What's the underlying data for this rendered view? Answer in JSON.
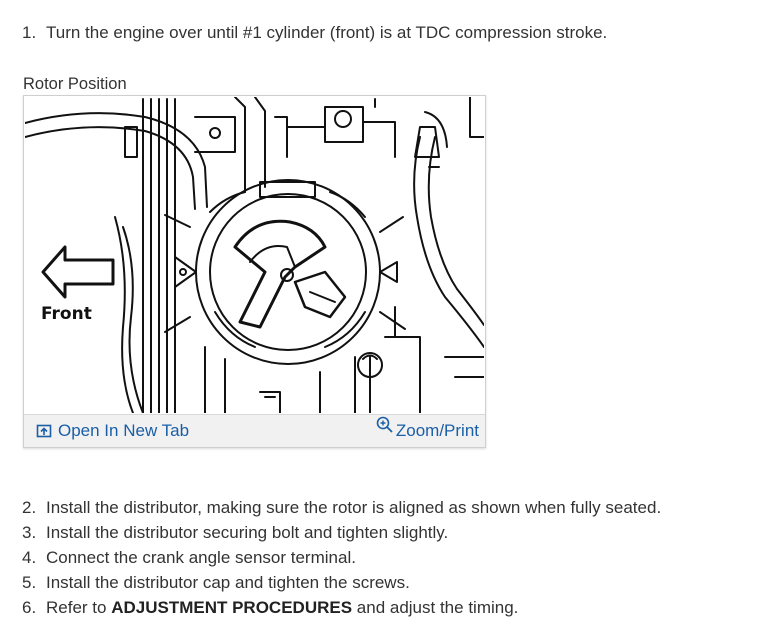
{
  "steps_before": [
    {
      "num": "1.",
      "text": "Turn the engine over until #1 cylinder (front) is at TDC compression stroke."
    }
  ],
  "figure": {
    "caption": "Rotor Position",
    "diagram_label": "Front",
    "open_link": "Open In New Tab",
    "open_icon": "open-in-new-tab-icon",
    "zoom_link": "Zoom/Print",
    "zoom_icon": "zoom-magnifier-icon",
    "link_color": "#1a5fa6"
  },
  "steps_after": [
    {
      "num": "2.",
      "text": "Install the distributor, making sure the rotor is aligned as shown when fully seated."
    },
    {
      "num": "3.",
      "text": "Install the distributor securing bolt and tighten slightly."
    },
    {
      "num": "4.",
      "text": "Connect the crank angle sensor terminal."
    },
    {
      "num": "5.",
      "text": "Install the distributor cap and tighten the screws."
    },
    {
      "num": "6.",
      "text_pre": "Refer to ",
      "text_bold": "ADJUSTMENT PROCEDURES",
      "text_post": " and adjust the timing."
    }
  ]
}
